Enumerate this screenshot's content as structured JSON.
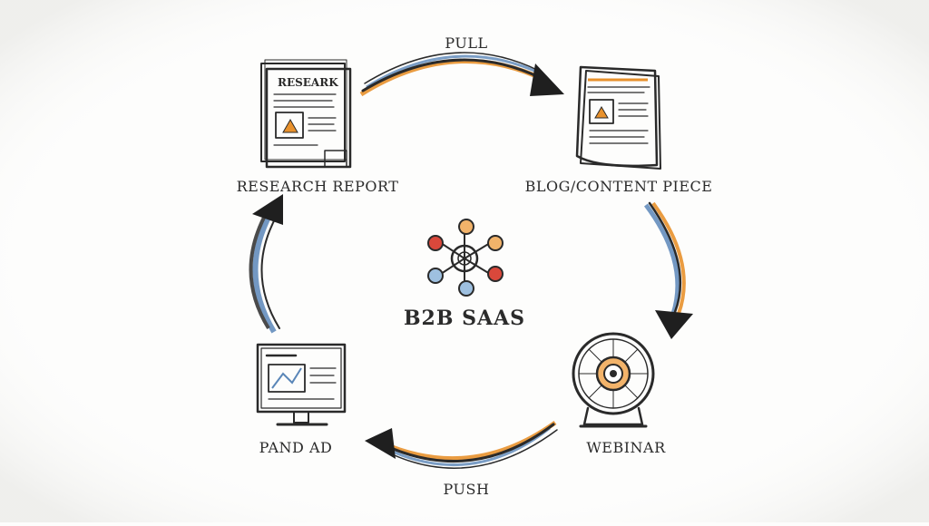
{
  "center": {
    "label": "B2B SAAS",
    "icon": "network-hub-icon"
  },
  "nodes": [
    {
      "id": "research-report",
      "label": "RESEARCH REPORT",
      "icon": "document-icon",
      "doc_heading": "RESEARK"
    },
    {
      "id": "blog-content",
      "label": "BLOG/CONTENT PIECE",
      "icon": "blog-page-icon"
    },
    {
      "id": "webinar",
      "label": "WEBINAR",
      "icon": "webinar-wheel-icon"
    },
    {
      "id": "paid-ad",
      "label": "PAND AD",
      "icon": "monitor-icon"
    }
  ],
  "flows": [
    {
      "label": "PULL",
      "from": "research-report",
      "to": "blog-content"
    },
    {
      "from": "blog-content",
      "to": "webinar"
    },
    {
      "label": "PUSH",
      "from": "webinar",
      "to": "paid-ad"
    },
    {
      "from": "paid-ad",
      "to": "research-report"
    }
  ],
  "colors": {
    "ink": "#2a2a2a",
    "orange": "#e8912c",
    "blue": "#5a86b8",
    "red": "#d9483b",
    "background": "#fdfdfc"
  }
}
